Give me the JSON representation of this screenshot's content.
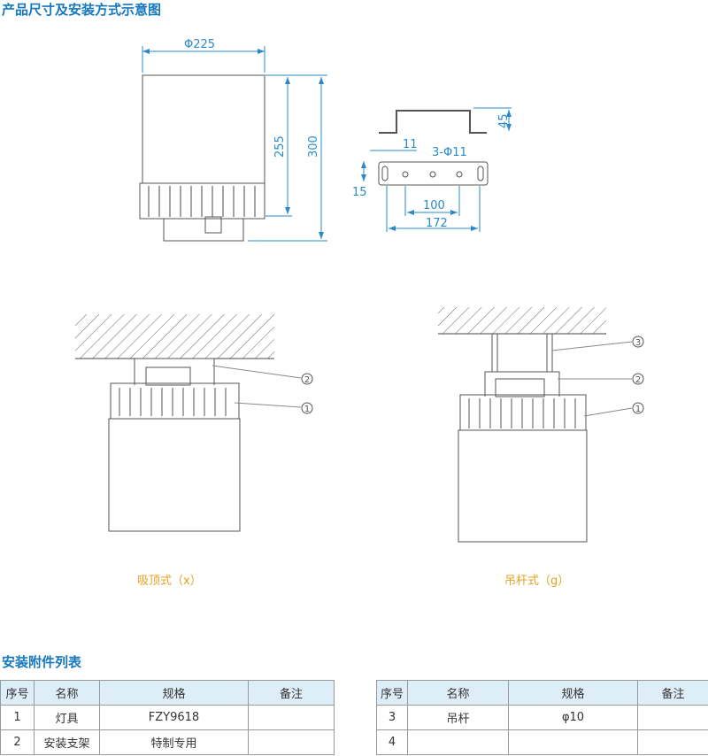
{
  "section1_title": "产品尺寸及安装方式示意图",
  "dimensions": {
    "diameter": "Φ225",
    "h255": "255",
    "h300": "300",
    "bracket_h": "45",
    "slot_w": "11",
    "holes": "3-Φ11",
    "slot_h": "15",
    "hole_pitch": "100",
    "bracket_len": "172"
  },
  "callouts": [
    "1",
    "2",
    "3"
  ],
  "captions": {
    "ceiling": "吸顶式（x）",
    "pendant": "吊杆式（g）"
  },
  "section2_title": "安装附件列表",
  "table": {
    "headers": [
      "序号",
      "名称",
      "规格",
      "备注"
    ],
    "left_rows": [
      [
        "1",
        "灯具",
        "FZY9618",
        ""
      ],
      [
        "2",
        "安装支架",
        "特制专用",
        ""
      ]
    ],
    "right_rows": [
      [
        "3",
        "吊杆",
        "φ10",
        ""
      ],
      [
        "4",
        "",
        "",
        ""
      ]
    ]
  },
  "colors": {
    "title": "#1679c0",
    "dimension": "#2a8ac8",
    "caption": "#e6a020",
    "header_bg": "#deeef9"
  }
}
